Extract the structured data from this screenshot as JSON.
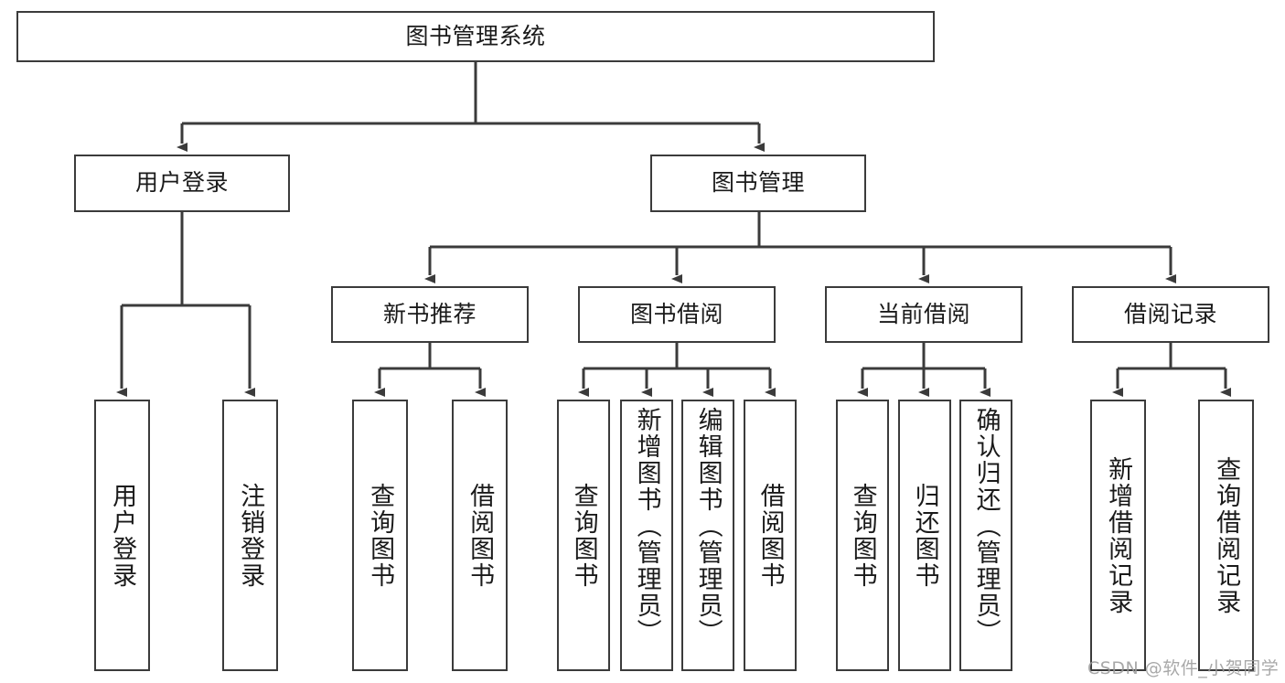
{
  "diagram": {
    "type": "tree",
    "title": "图书管理系统",
    "orientation": "top-down",
    "colors": {
      "box_border": "#3b3b3b",
      "box_fill": "#ffffff",
      "edge": "#3b3b3b",
      "text": "#1a1a1a",
      "watermark": "#9a9a9a",
      "background": "#ffffff"
    },
    "nodes": {
      "root": {
        "label": "图书管理系统"
      },
      "level2": [
        {
          "id": "user_login",
          "label": "用户登录"
        },
        {
          "id": "book_manage",
          "label": "图书管理"
        }
      ],
      "level3": [
        {
          "id": "new_book_rec",
          "label": "新书推荐"
        },
        {
          "id": "book_borrow",
          "label": "图书借阅"
        },
        {
          "id": "current_borrow",
          "label": "当前借阅"
        },
        {
          "id": "borrow_record",
          "label": "借阅记录"
        }
      ],
      "leaves": {
        "user_login": [
          {
            "id": "leaf_user_login",
            "label": "用户登录"
          },
          {
            "id": "leaf_logout",
            "label": "注销登录"
          }
        ],
        "new_book_rec": [
          {
            "id": "leaf_query_book_1",
            "label": "查询图书"
          },
          {
            "id": "leaf_borrow_book_1",
            "label": "借阅图书"
          }
        ],
        "book_borrow": [
          {
            "id": "leaf_query_book_2",
            "label": "查询图书"
          },
          {
            "id": "leaf_add_book",
            "label": "新增图书（管理员）"
          },
          {
            "id": "leaf_edit_book",
            "label": "编辑图书（管理员）"
          },
          {
            "id": "leaf_borrow_book_2",
            "label": "借阅图书"
          }
        ],
        "current_borrow": [
          {
            "id": "leaf_query_book_3",
            "label": "查询图书"
          },
          {
            "id": "leaf_return_book",
            "label": "归还图书"
          },
          {
            "id": "leaf_confirm_return",
            "label": "确认归还（管理员）"
          }
        ],
        "borrow_record": [
          {
            "id": "leaf_add_record",
            "label": "新增借阅记录"
          },
          {
            "id": "leaf_query_record",
            "label": "查询借阅记录"
          }
        ]
      }
    },
    "watermark": "CSDN @软件_小贺同学"
  }
}
